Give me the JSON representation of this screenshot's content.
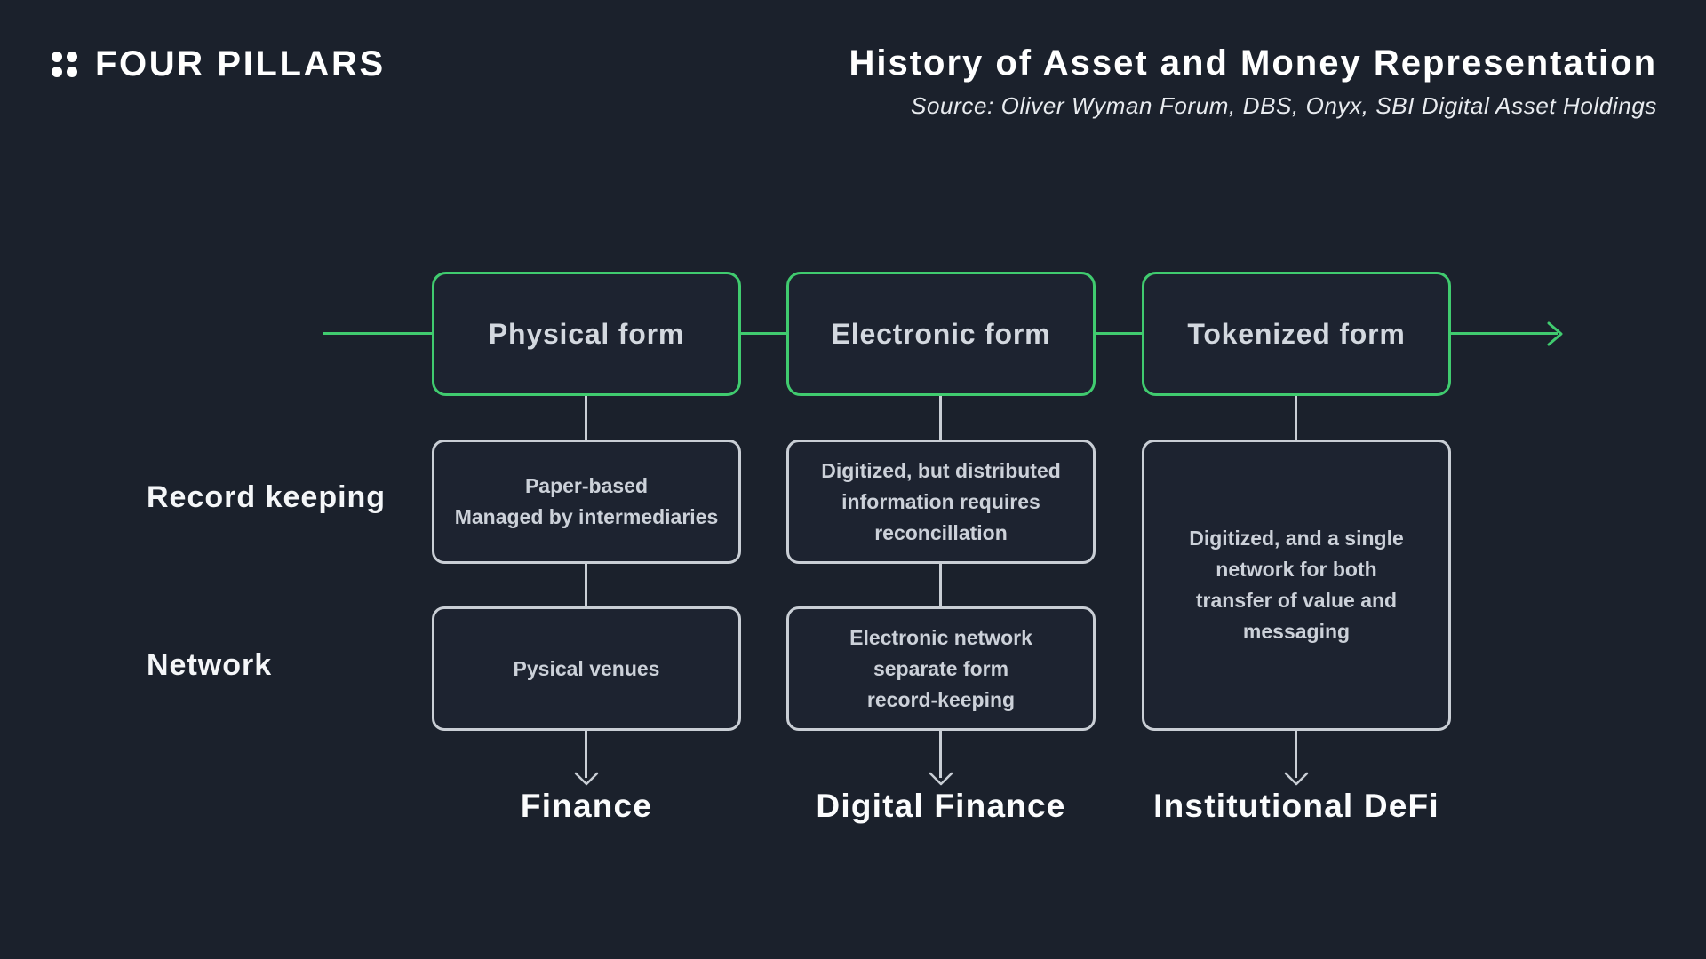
{
  "brand": {
    "name": "FOUR PILLARS"
  },
  "header": {
    "title": "History of Asset and Money Representation",
    "source": "Source: Oliver Wyman Forum, DBS, Onyx, SBI Digital Asset Holdings"
  },
  "row_labels": {
    "record_keeping": "Record keeping",
    "network": "Network"
  },
  "columns": [
    {
      "form": "Physical form",
      "record": "Paper-based\nManaged by intermediaries",
      "network": "Pysical venues",
      "outcome": "Finance"
    },
    {
      "form": "Electronic form",
      "record": "Digitized, but distributed\ninformation requires\nreconcillation",
      "network": "Electronic network\nseparate form\nrecord-keeping",
      "outcome": "Digital Finance"
    },
    {
      "form": "Tokenized form",
      "combined": "Digitized, and a single\nnetwork for both\ntransfer of value and\nmessaging",
      "outcome": "Institutional DeFi"
    }
  ],
  "colors": {
    "background": "#1b212c",
    "box_fill": "#1d2330",
    "accent_green": "#40cb6f",
    "gray_border": "#c9ced5",
    "text_light": "#ccd1d9",
    "text_white": "#ffffff"
  },
  "icons": {
    "logo": "four-dots-icon",
    "timeline_arrow": "arrow-right-icon",
    "outcome_arrow": "arrow-down-icon"
  }
}
